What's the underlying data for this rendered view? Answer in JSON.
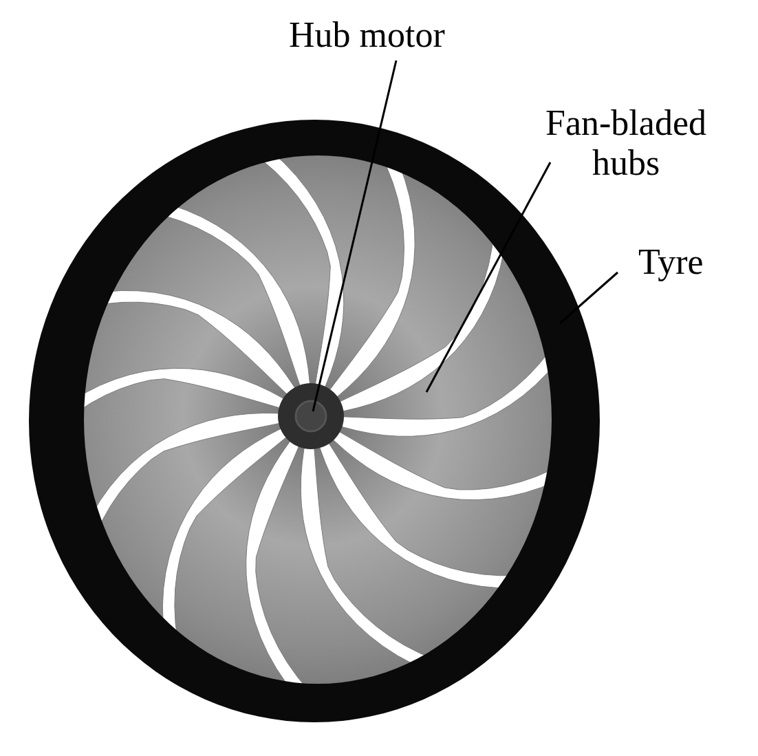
{
  "diagram": {
    "labels": [
      "Hub motor",
      "Fan-bladed hubs",
      "Tyre"
    ]
  }
}
